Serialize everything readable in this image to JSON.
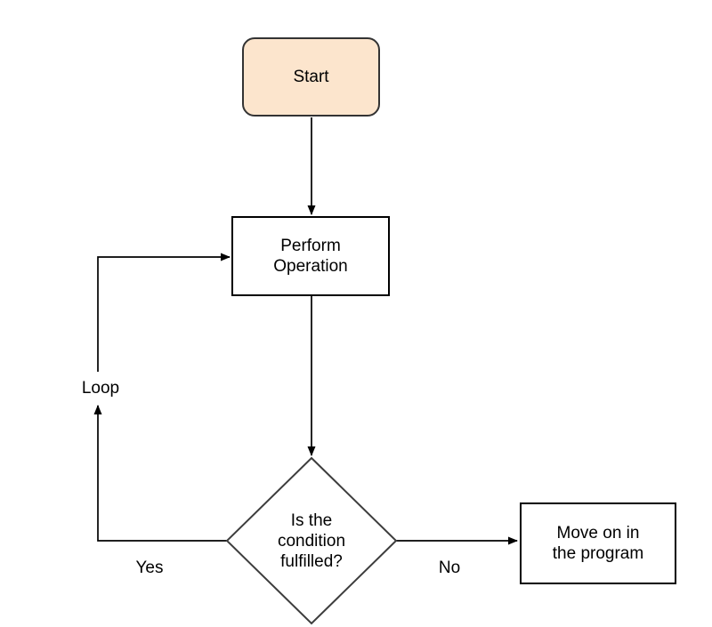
{
  "diagram": {
    "background": "#ffffff",
    "nodes": {
      "start": {
        "lines": [
          "Start"
        ],
        "fill": "#fce5cd",
        "stroke": "#333333"
      },
      "process": {
        "lines": [
          "Perform",
          "Operation"
        ],
        "fill": "#ffffff",
        "stroke": "#000000"
      },
      "decision": {
        "lines": [
          "Is the",
          "condition",
          "fulfilled?"
        ],
        "fill": "#ffffff",
        "stroke": "#3d3d3d"
      },
      "move_on": {
        "lines": [
          "Move on in",
          "the program"
        ],
        "fill": "#ffffff",
        "stroke": "#000000"
      }
    },
    "edge_labels": {
      "yes": "Yes",
      "no": "No",
      "loop": "Loop"
    },
    "colors": {
      "arrow": "#000000",
      "text": "#000000",
      "start_fill": "#fce5cd"
    }
  }
}
